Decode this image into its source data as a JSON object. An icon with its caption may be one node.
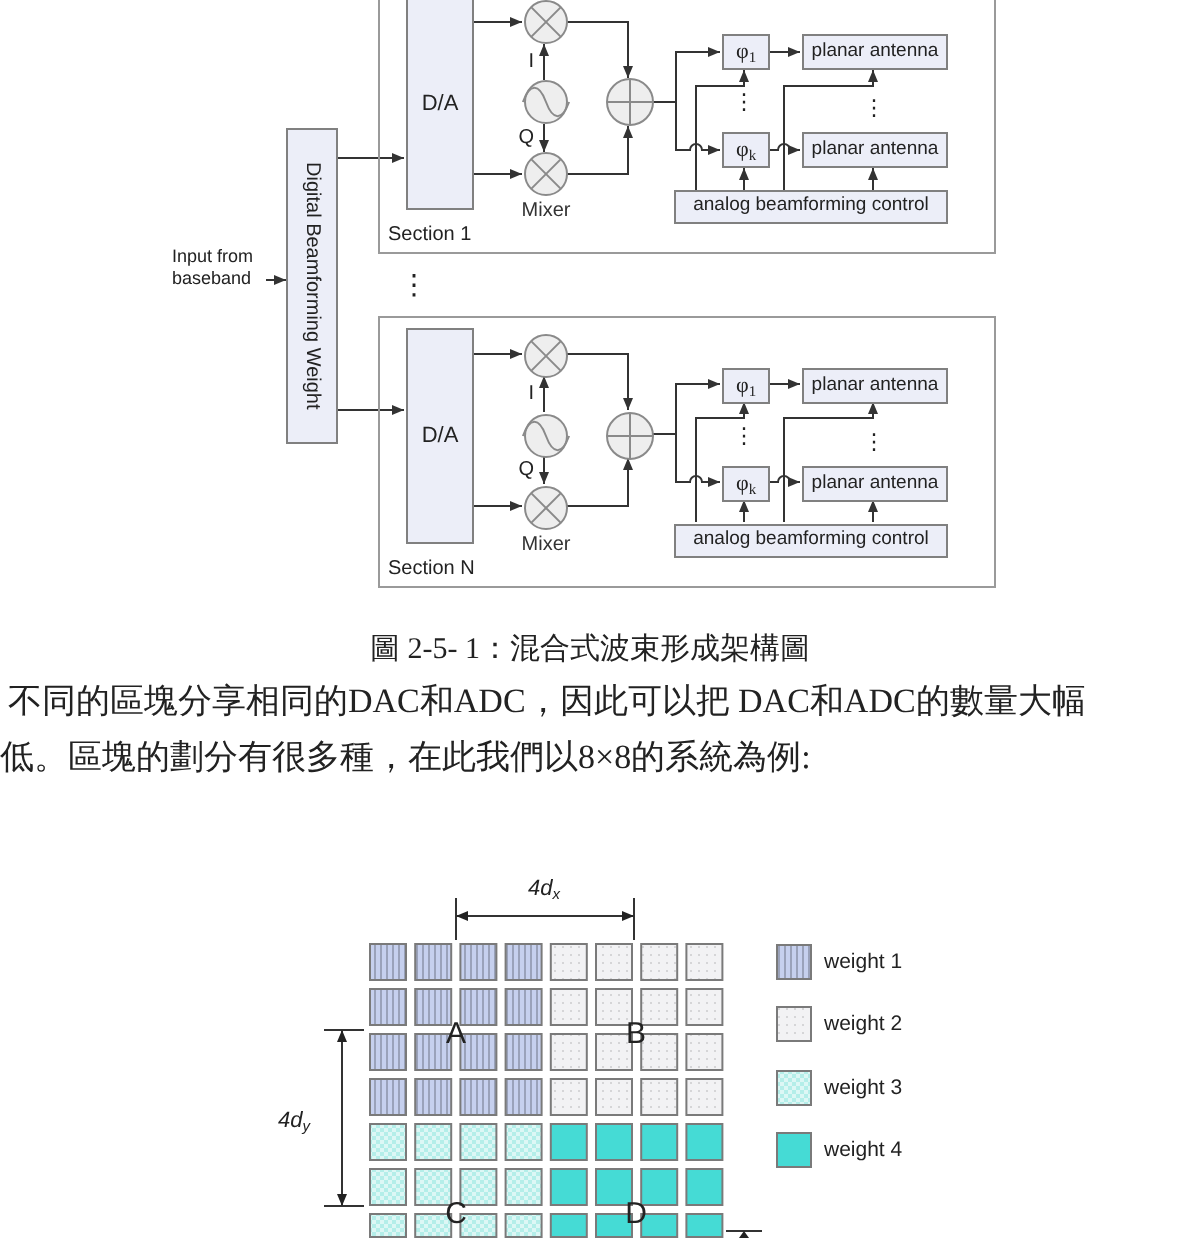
{
  "diagram": {
    "caption": "圖 2-5- 1：混合式波束形成架構圖",
    "nodes": [
      {
        "text": [
          "Section 1"
        ]
      },
      {
        "text": [
          "D/A"
        ],
        "in": 0
      },
      {
        "text": [],
        "shape": "circle",
        "in": 0
      },
      {
        "text": [],
        "shape": "circle",
        "in": 0
      },
      {
        "text": [],
        "shape": "circle",
        "in": 0,
        "beside": [
          "Mixer"
        ]
      },
      {
        "text": [],
        "shape": "circle",
        "in": 0
      },
      {
        "text": [
          "φ$_{1}$"
        ],
        "in": 0
      },
      {
        "text": [
          "planar antenna"
        ],
        "in": 0
      },
      {
        "text": [
          "φ$_{k}$"
        ],
        "in": 0
      },
      {
        "text": [
          "planar antenna"
        ],
        "in": 0
      },
      {
        "text": [
          "analog beamforming control"
        ],
        "in": 0
      },
      {
        "text": [
          "Input from baseband"
        ]
      },
      {
        "text": [
          "Digital Beamforming Weight"
        ]
      },
      {
        "text": [
          "Section N"
        ]
      },
      {
        "text": [
          "D/A"
        ],
        "in": 13
      },
      {
        "text": [],
        "shape": "circle",
        "in": 13
      },
      {
        "text": [],
        "shape": "circle",
        "in": 13
      },
      {
        "text": [],
        "shape": "circle",
        "in": 13,
        "beside": [
          "Mixer"
        ]
      },
      {
        "text": [],
        "shape": "circle",
        "in": 13
      },
      {
        "text": [
          "φ$_{1}$"
        ],
        "in": 13
      },
      {
        "text": [
          "planar antenna"
        ],
        "in": 13
      },
      {
        "text": [
          "φ$_{k}$"
        ],
        "in": 13
      },
      {
        "text": [
          "planar antenna"
        ],
        "in": 13
      },
      {
        "text": [
          "analog beamforming control"
        ],
        "in": 13
      }
    ],
    "edges": [
      {
        "from": 1,
        "to": 2,
        "arrow": "to"
      },
      {
        "from": 1,
        "to": 4,
        "arrow": "to"
      },
      {
        "from": 3,
        "to": 2,
        "arrow": "to",
        "label": "I"
      },
      {
        "from": 3,
        "to": 4,
        "arrow": "to",
        "label": "Q"
      },
      {
        "from": 2,
        "to": 5,
        "arrow": "to"
      },
      {
        "from": 4,
        "to": 5,
        "arrow": "to"
      },
      {
        "from": 5,
        "to": 6,
        "arrow": "to"
      },
      {
        "from": 5,
        "to": 8,
        "arrow": "to"
      },
      {
        "from": 6,
        "to": 7,
        "arrow": "to"
      },
      {
        "from": 8,
        "to": 9,
        "arrow": "to"
      },
      {
        "from": 10,
        "to": 6,
        "arrow": "to"
      },
      {
        "from": 10,
        "to": 8,
        "arrow": "to"
      },
      {
        "from": 10,
        "to": 7,
        "arrow": "to"
      },
      {
        "from": 10,
        "to": 9,
        "arrow": "to"
      },
      {
        "from": 11,
        "to": 12,
        "arrow": "to"
      },
      {
        "from": 12,
        "to": 1,
        "arrow": "to"
      },
      {
        "from": 12,
        "to": 14,
        "arrow": "to"
      },
      {
        "from": 14,
        "to": 15,
        "arrow": "to"
      },
      {
        "from": 14,
        "to": 17,
        "arrow": "to"
      },
      {
        "from": 16,
        "to": 15,
        "arrow": "to",
        "label": "I"
      },
      {
        "from": 16,
        "to": 17,
        "arrow": "to",
        "label": "Q"
      },
      {
        "from": 15,
        "to": 18,
        "arrow": "to"
      },
      {
        "from": 17,
        "to": 18,
        "arrow": "to"
      },
      {
        "from": 18,
        "to": 19,
        "arrow": "to"
      },
      {
        "from": 18,
        "to": 21,
        "arrow": "to"
      },
      {
        "from": 19,
        "to": 20,
        "arrow": "to"
      },
      {
        "from": 21,
        "to": 22,
        "arrow": "to"
      },
      {
        "from": 23,
        "to": 19,
        "arrow": "to"
      },
      {
        "from": 23,
        "to": 21,
        "arrow": "to"
      },
      {
        "from": 23,
        "to": 20,
        "arrow": "to"
      },
      {
        "from": 23,
        "to": 22,
        "arrow": "to"
      }
    ],
    "labels": [
      "⋮",
      "⋮",
      "⋮",
      "⋮",
      "⋮",
      "不同的區塊分享相同的DAC和ADC，因此可以把 DAC和ADC的數量大幅",
      "低。區塊的劃分有很多種，在此我們以8×8的系統為例:",
      "4d$_{x}$",
      "A",
      "B",
      "4d$_{y}$",
      "C",
      "D"
    ],
    "legend": [
      {
        "text": "weight 1",
        "color": "#c6d0ee"
      },
      {
        "text": "weight 2",
        "color": "#f2f2f4"
      },
      {
        "text": "weight 3",
        "color": "#b4eee9"
      },
      {
        "text": "weight 4",
        "color": "#45dbd5"
      }
    ]
  }
}
